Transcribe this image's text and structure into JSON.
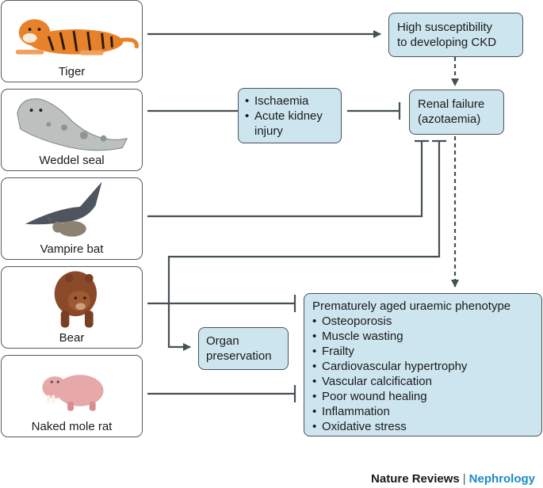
{
  "animals": [
    {
      "name": "Tiger",
      "icon": "tiger-icon"
    },
    {
      "name": "Weddel seal",
      "icon": "seal-icon"
    },
    {
      "name": "Vampire bat",
      "icon": "bat-icon"
    },
    {
      "name": "Bear",
      "icon": "bear-icon"
    },
    {
      "name": "Naked mole rat",
      "icon": "mole-rat-icon"
    }
  ],
  "boxes": {
    "susceptibility": {
      "line1": "High susceptibility",
      "line2": "to developing CKD"
    },
    "ischaemia": {
      "item1": "Ischaemia",
      "item2_line1": "Acute kidney",
      "item2_line2": "injury"
    },
    "renal_failure": {
      "line1": "Renal failure",
      "line2": "(azotaemia)"
    },
    "organ_preservation": {
      "line1": "Organ",
      "line2": "preservation"
    },
    "phenotype": {
      "title": "Prematurely aged uraemic phenotype",
      "items": [
        "Osteoporosis",
        "Muscle wasting",
        "Frailty",
        "Cardiovascular hypertrophy",
        "Vascular calcification",
        "Poor wound healing",
        "Inflammation",
        "Oxidative stress"
      ]
    }
  },
  "footer": {
    "journal": "Nature Reviews",
    "separator": "|",
    "section": "Nephrology"
  },
  "colors": {
    "box_fill": "#cde5ee",
    "line": "#455055",
    "brand": "#1a8cc4"
  }
}
